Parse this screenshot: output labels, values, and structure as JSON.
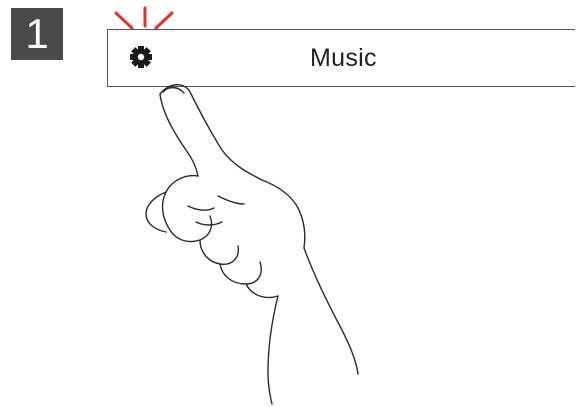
{
  "step": {
    "number": "1"
  },
  "header": {
    "title": "Music",
    "icon": "gear-icon"
  },
  "gesture": {
    "type": "tap",
    "target": "gear-icon",
    "indicator_color": "#e0312b"
  },
  "colors": {
    "badge": "#4a4a4a",
    "outline": "#555555",
    "tap": "#e0312b"
  }
}
